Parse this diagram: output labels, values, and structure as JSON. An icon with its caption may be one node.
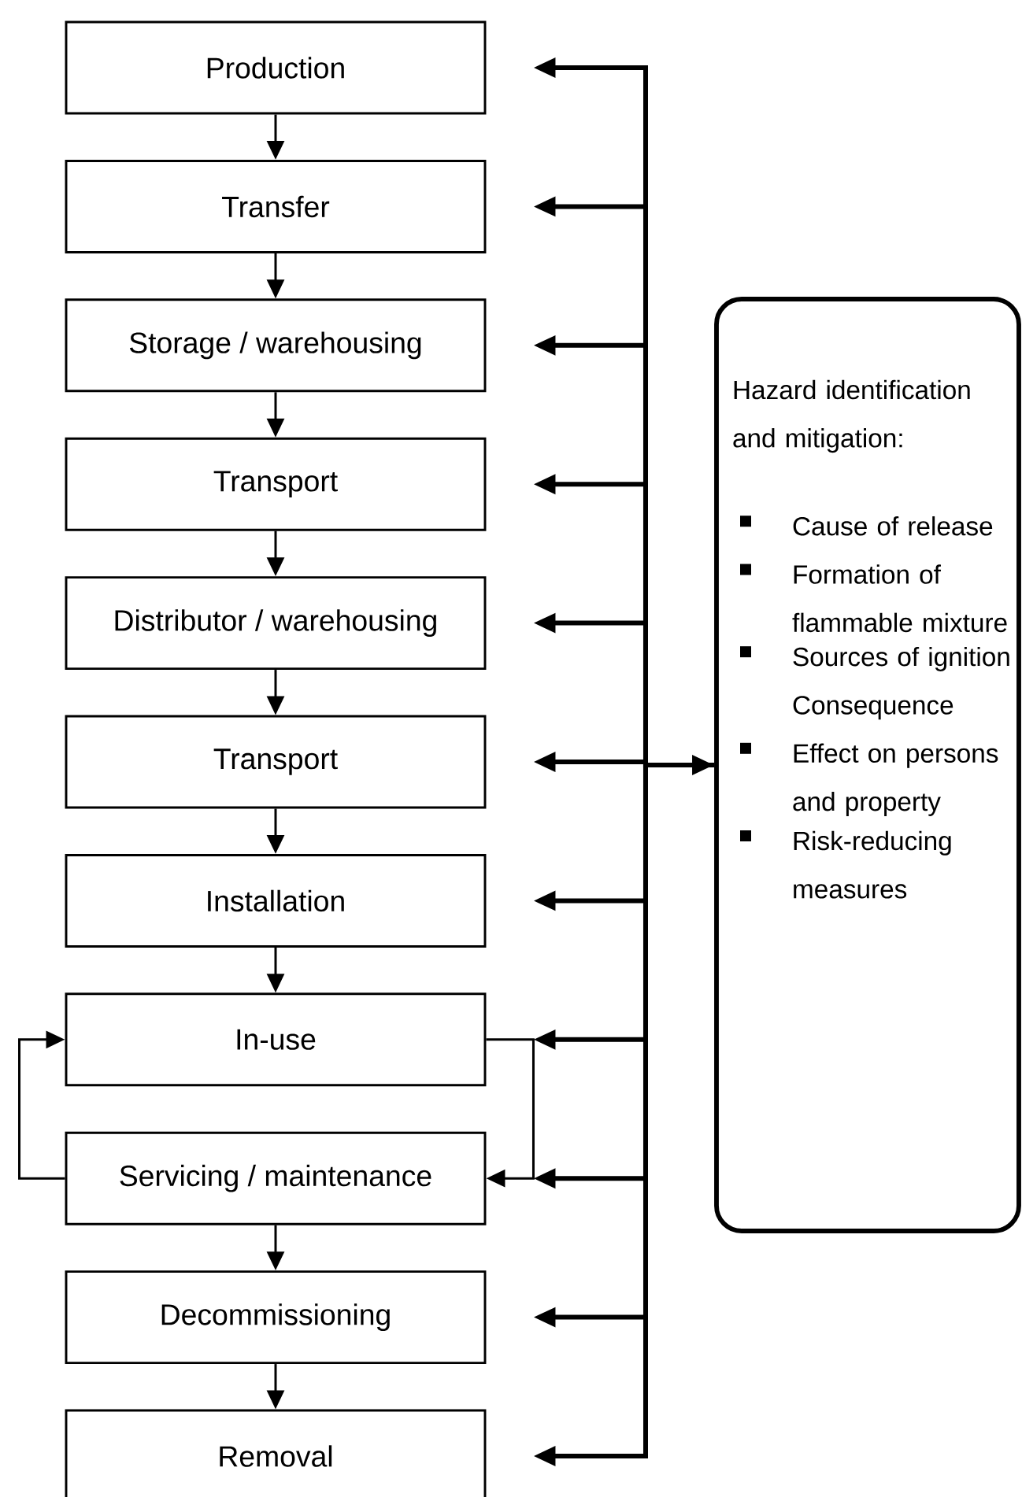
{
  "diagram": {
    "nodes": [
      {
        "text": [
          "Production"
        ]
      },
      {
        "text": [
          "Transfer"
        ]
      },
      {
        "text": [
          "Storage / warehousing"
        ]
      },
      {
        "text": [
          "Transport"
        ]
      },
      {
        "text": [
          "Distributor / warehousing"
        ]
      },
      {
        "text": [
          "Transport"
        ]
      },
      {
        "text": [
          "Installation"
        ]
      },
      {
        "text": [
          "In-use"
        ]
      },
      {
        "text": [
          "Servicing / maintenance"
        ]
      },
      {
        "text": [
          "Decommissioning"
        ]
      },
      {
        "text": [
          "Removal"
        ]
      },
      {
        "text": [
          "Hazard identification and mitigation:",
          "Cause of release",
          "Formation of flammable mixture",
          "Sources of ignition",
          "Consequence",
          "Effect on persons and property",
          "Risk-reducing measures"
        ]
      }
    ],
    "edges": [
      {
        "from": 0,
        "to": 1,
        "arrow": "to"
      },
      {
        "from": 1,
        "to": 2,
        "arrow": "to"
      },
      {
        "from": 2,
        "to": 3,
        "arrow": "to"
      },
      {
        "from": 3,
        "to": 4,
        "arrow": "to"
      },
      {
        "from": 4,
        "to": 5,
        "arrow": "to"
      },
      {
        "from": 5,
        "to": 6,
        "arrow": "to"
      },
      {
        "from": 6,
        "to": 7,
        "arrow": "to"
      },
      {
        "from": 7,
        "to": 8,
        "arrow": "to"
      },
      {
        "from": 8,
        "to": 7,
        "arrow": "to"
      },
      {
        "from": 8,
        "to": 9,
        "arrow": "to"
      },
      {
        "from": 9,
        "to": 10,
        "arrow": "to"
      },
      {
        "from": 11,
        "to": 0,
        "arrow": "to",
        "style": "thick"
      },
      {
        "from": 11,
        "to": 1,
        "arrow": "to",
        "style": "thick"
      },
      {
        "from": 11,
        "to": 2,
        "arrow": "to",
        "style": "thick"
      },
      {
        "from": 11,
        "to": 3,
        "arrow": "to",
        "style": "thick"
      },
      {
        "from": 11,
        "to": 4,
        "arrow": "to",
        "style": "thick"
      },
      {
        "from": 11,
        "to": 5,
        "arrow": "both",
        "style": "thick"
      },
      {
        "from": 11,
        "to": 6,
        "arrow": "to",
        "style": "thick"
      },
      {
        "from": 11,
        "to": 7,
        "arrow": "to",
        "style": "thick"
      },
      {
        "from": 11,
        "to": 8,
        "arrow": "to",
        "style": "thick"
      },
      {
        "from": 11,
        "to": 9,
        "arrow": "to",
        "style": "thick"
      },
      {
        "from": 11,
        "to": 10,
        "arrow": "to",
        "style": "thick"
      }
    ]
  }
}
